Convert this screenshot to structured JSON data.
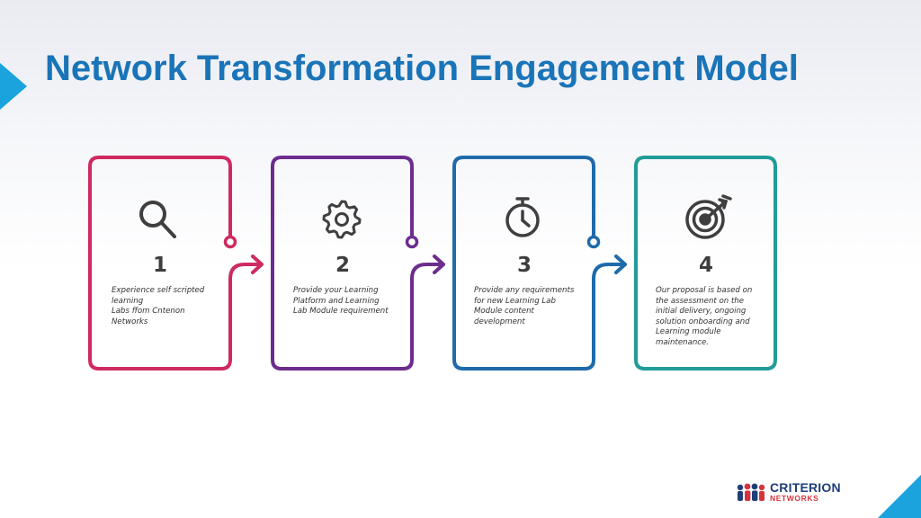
{
  "slide": {
    "title": "Network Transformation Engagement Model"
  },
  "accent_color": "#1aa3dc",
  "title_color": "#1a74b8",
  "steps": [
    {
      "number": "1",
      "icon": "magnifier-icon",
      "color": "#cf2a5f",
      "lines": [
        "Experience self scripted",
        "learning",
        "Labs ffom Cntenon",
        "Networks"
      ]
    },
    {
      "number": "2",
      "icon": "gear-icon",
      "color": "#6c2d8e",
      "lines": [
        "Provide your Learning",
        "Platform and Learning",
        "Lab Module requirement"
      ]
    },
    {
      "number": "3",
      "icon": "stopwatch-icon",
      "color": "#1f6aaa",
      "lines": [
        "Provide any requirements",
        "for new Learning Lab",
        "Module content",
        "development"
      ]
    },
    {
      "number": "4",
      "icon": "target-icon",
      "color": "#219c98",
      "lines": [
        "Our proposal is based on",
        "the assessment on the",
        "initial delivery, ongoing",
        "solution onboarding and",
        "Learning module",
        "maintenance."
      ]
    }
  ],
  "logo": {
    "top": "CRITERION",
    "bottom": "NETWORKS",
    "colors": [
      "#1f3e7a",
      "#d6343d"
    ]
  }
}
